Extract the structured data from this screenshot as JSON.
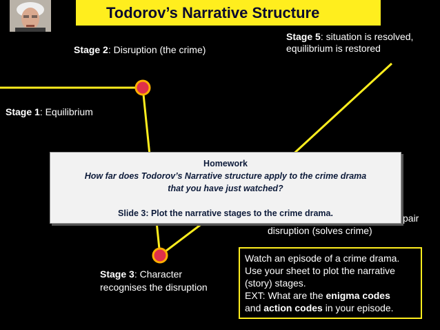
{
  "title": "Todorov’s Narrative Structure",
  "stages": {
    "s1_label": "Stage 1",
    "s1_text": ": Equilibrium",
    "s2_label": "Stage 2",
    "s2_text": ": Disruption (the crime)",
    "s3_label": "Stage 3",
    "s3_text_line1": ": Character",
    "s3_text_line2": "recognises the disruption",
    "s4_fragment_right": "pair",
    "s4_text_line2": "disruption (solves crime)",
    "s5_label": "Stage 5",
    "s5_text_line1": ": situation is resolved,",
    "s5_text_line2": "equilibrium is restored"
  },
  "homework": {
    "heading": "Homework",
    "question_line1": "How far does Todorov’s Narrative structure apply to the crime drama",
    "question_line2": "that you have just watched?",
    "task": "Slide 3: Plot the narrative stages to the crime drama."
  },
  "task_box": {
    "line1": "Watch an episode of a crime drama.",
    "line2": "Use your sheet to plot the narrative",
    "line3": "(story) stages.",
    "line4_prefix": "EXT: What are the ",
    "enigma": "enigma codes",
    "line5_prefix": "and ",
    "action": "action codes",
    "line5_suffix": " in your episode."
  },
  "colors": {
    "accent": "#ffee1e",
    "node": "#e0304a",
    "background": "#000000"
  },
  "icons": {
    "portrait": "portrait-photo"
  }
}
